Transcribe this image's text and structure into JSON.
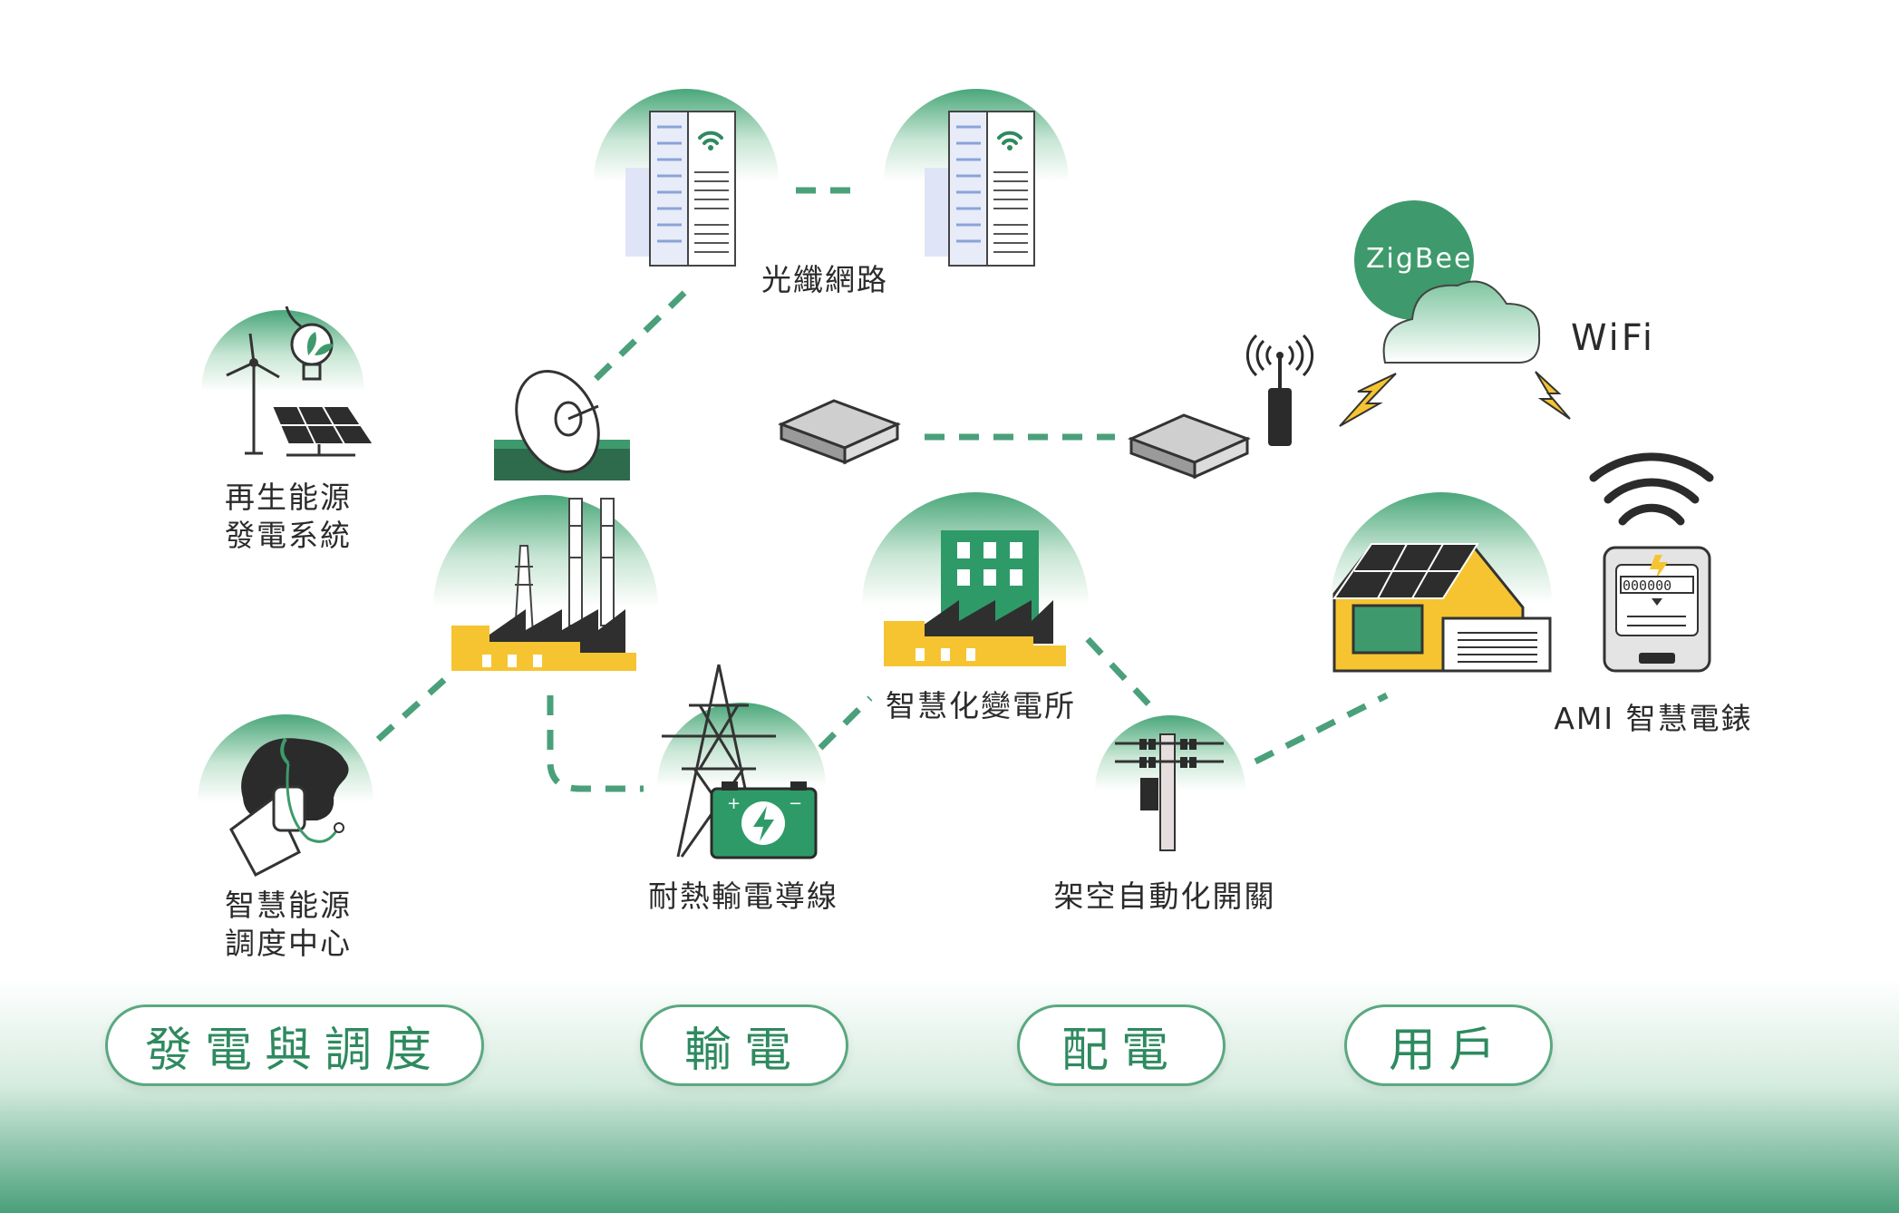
{
  "nodes": {
    "fiber": "光纖網路",
    "renewable": [
      "再生能源",
      "發電系統"
    ],
    "dispatch": [
      "智慧能源",
      "調度中心"
    ],
    "transmission_line": "耐熱輸電導線",
    "substation": "智慧化變電所",
    "switch": "架空自動化開關",
    "meter": "AMI 智慧電錶"
  },
  "protocols": {
    "zigbee": "ZigBee",
    "wifi": "WiFi"
  },
  "meter_display": "000000",
  "stages": [
    "發電與調度",
    "輸電",
    "配電",
    "用戶"
  ],
  "colors": {
    "green": "#3e9a6c",
    "dark_green": "#2d6e4e",
    "yellow": "#f6c431",
    "dark": "#2f2f2f",
    "light_blue": "#dfe5f7"
  }
}
